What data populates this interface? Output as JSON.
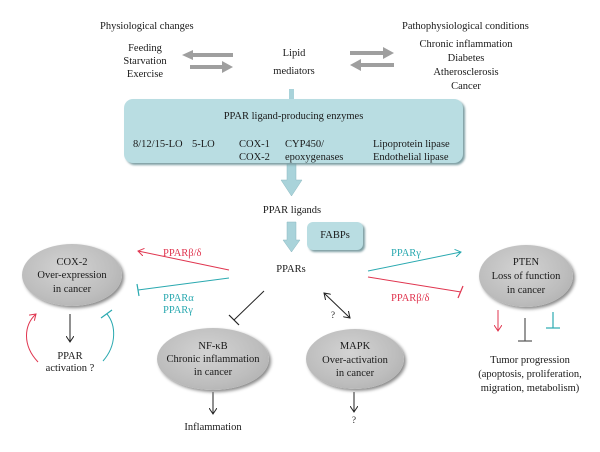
{
  "top": {
    "physiological_title": "Physiological changes",
    "physiological_items": [
      "Feeding",
      "Starvation",
      "Exercise"
    ],
    "lipid_mediators": [
      "Lipid",
      "mediators"
    ],
    "pathophysiological_title": "Pathophysiological conditions",
    "pathophysiological_items": [
      "Chronic inflammation",
      "Diabetes",
      "Atherosclerosis",
      "Cancer"
    ]
  },
  "enzymes": {
    "title": "PPAR ligand-producing enzymes",
    "items": [
      "8/12/15-LO",
      "5-LO",
      "COX-1\nCOX-2",
      "CYP450/\nepoxygenases",
      "Lipoprotein lipase\nEndothelial lipase"
    ],
    "item_lines": [
      [
        "8/12/15-LO"
      ],
      [
        "5-LO"
      ],
      [
        "COX-1",
        "COX-2"
      ],
      [
        "CYP450/",
        "epoxygenases"
      ],
      [
        "Lipoprotein lipase",
        "Endothelial lipase"
      ]
    ]
  },
  "center": {
    "ppar_ligands": "PPAR ligands",
    "fabps": "FABPs",
    "ppars": "PPARs",
    "mapk_question": "?"
  },
  "cox2": {
    "lines": [
      "COX-2",
      "Over-expression",
      "in cancer"
    ],
    "activation": [
      "PPAR",
      "activation ?"
    ],
    "edge_red_label": "PPARβ/δ",
    "edge_teal_labels": [
      "PPARα",
      "PPARγ"
    ]
  },
  "pten": {
    "lines": [
      "PTEN",
      "Loss of function",
      "in cancer"
    ],
    "edge_teal_label": "PPARγ",
    "edge_red_label": "PPARβ/δ",
    "outcome": [
      "Tumor progression",
      "(apoptosis, proliferation,",
      "migration, metabolism)"
    ]
  },
  "nfkb": {
    "lines": [
      "NF-κB",
      "Chronic inflammation",
      "in cancer"
    ],
    "outcome": "Inflammation"
  },
  "mapk": {
    "lines": [
      "MAPK",
      "Over-activation",
      "in cancer"
    ],
    "outcome": "?"
  },
  "colors": {
    "red": "#e0354f",
    "teal": "#2aa9b0",
    "box": "#b9dde2",
    "ellipse": "#bdbdbd",
    "grey_arrow": "#9a9a9a"
  }
}
